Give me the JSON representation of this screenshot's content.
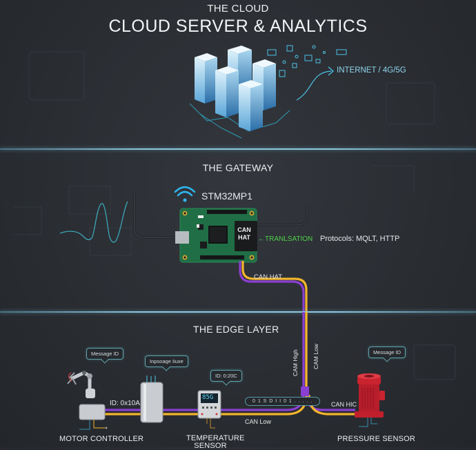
{
  "cloud": {
    "section_label": "THE CLOUD",
    "title": "CLOUD SERVER & ANALYTICS",
    "link_label": "INTERNET / 4G/5G"
  },
  "gateway": {
    "section_label": "THE GATEWAY",
    "board_name": "STM32MP1",
    "hat_label_line1": "CAN",
    "hat_label_line2": "HAT",
    "translation_label": "←TRANLSATION",
    "protocols_label": "Protocols: MQLT, HTTP",
    "bus_label": "CAN HAT"
  },
  "edge": {
    "section_label": "THE EDGE LAYER",
    "bus": {
      "can_high_label": "CAM High",
      "can_low_label": "CAM Low",
      "bottom_can_low": "CAN Low",
      "right_can_high": "CAN HIC",
      "data_packet": "0 1 S D I I 0 1 . . . . ."
    },
    "devices": [
      {
        "name": "MOTOR CONTROLLER",
        "bubble": "Message ID",
        "id_label": "ID: 0x10A"
      },
      {
        "name": "",
        "bubble": "Inpsoage Iiuxe"
      },
      {
        "name_line1": "TEMPERATURE",
        "name_line2": "SENSOR",
        "bubble": "ID: 0:20C",
        "display": "85G"
      },
      {
        "name": "PRESSURE SENSOR",
        "bubble": "Message ID"
      }
    ]
  },
  "colors": {
    "can_high_wire": "#8a3fd1",
    "can_low_wire": "#f3b52c",
    "accent_cyan": "#3ec3f0",
    "translation_green": "#4fd04a",
    "divider": "#8ec9e0"
  },
  "icons": {
    "wifi": "wifi-icon",
    "arrow": "arrow-right-icon"
  }
}
